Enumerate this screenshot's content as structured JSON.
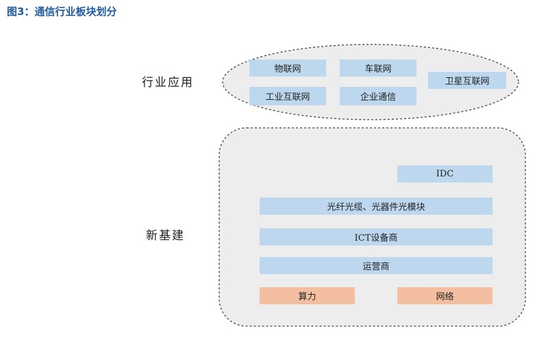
{
  "figure_title": "图3：通信行业板块划分",
  "sections": {
    "industry_app_label": "行业应用",
    "new_infra_label": "新基建"
  },
  "industry_apps": {
    "iot": "物联网",
    "vehicle_network": "车联网",
    "satellite_internet": "卫星互联网",
    "industrial_internet": "工业互联网",
    "enterprise_comm": "企业通信"
  },
  "new_infra": {
    "idc": "IDC",
    "optics": "光纤光缆、光器件光模块",
    "ict_equipment": "ICT设备商",
    "operators": "运营商",
    "computing_power": "算力",
    "network": "网络"
  },
  "colors": {
    "title": "#1f5b9e",
    "blue_box": "#bdd7ee",
    "orange_box": "#f4bfa0",
    "container_fill": "#ededed",
    "container_border": "#444444"
  }
}
